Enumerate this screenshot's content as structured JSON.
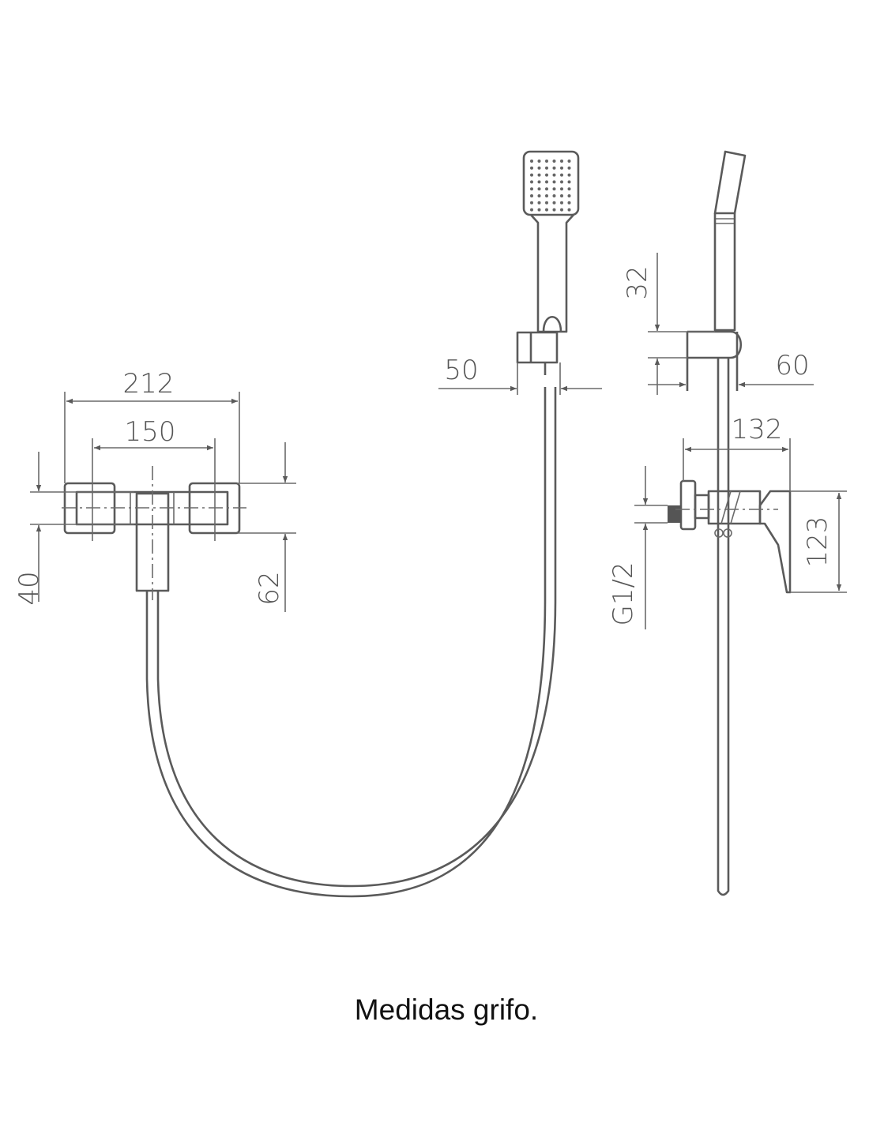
{
  "caption": "Medidas grifo.",
  "dimensions": {
    "front_overall_width": "212",
    "front_centers": "150",
    "front_height_left": "40",
    "front_height_right": "62",
    "holder_width": "50",
    "holder_height": "32",
    "holder_depth": "60",
    "side_depth": "132",
    "side_height": "123",
    "thread": "G1/2"
  },
  "colors": {
    "line": "#5a5a5a",
    "text": "#555555"
  }
}
